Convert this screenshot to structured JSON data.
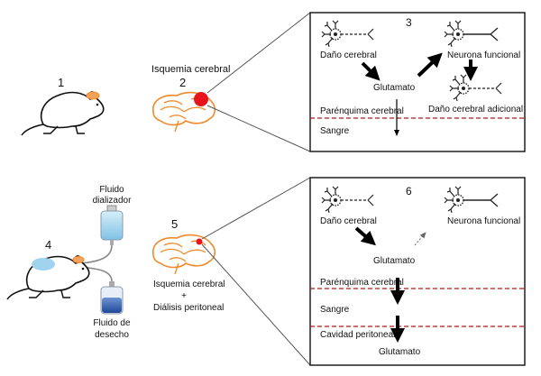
{
  "top_row": {
    "step1": "1",
    "step2": "2",
    "step3": "3",
    "ischemia_label": "Isquemia cerebral",
    "panel": {
      "damage_label": "Daño cerebral",
      "glutamate_label": "Glutamato",
      "functional_neuron_label": "Neurona funcional",
      "additional_damage_label": "Daño cerebral adicional",
      "parenchyma_label": "Parénquima cerebral",
      "blood_label": "Sangre"
    }
  },
  "bottom_row": {
    "step4": "4",
    "step5": "5",
    "step6": "6",
    "dialysate_line1": "Fluido",
    "dialysate_line2": "dializador",
    "waste_line1": "Fluido de",
    "waste_line2": "desecho",
    "combo_line1": "Isquemia cerebral",
    "combo_plus": "+",
    "combo_line2": "Diálisis peritoneal",
    "panel": {
      "damage_label": "Daño cerebral",
      "glutamate_label": "Glutamato",
      "functional_neuron_label": "Neurona funcional",
      "parenchyma_label": "Parénquima cerebral",
      "blood_label": "Sangre",
      "peritoneal_label": "Cavidad peritoneal",
      "glutamate_bottom_label": "Glutamato"
    }
  },
  "colors": {
    "brain": "#f08a2c",
    "lesion": "#e8141b",
    "dashed_line": "#b01818",
    "dialysate": "#9fd3ee",
    "waste": "#2f5fb0"
  }
}
